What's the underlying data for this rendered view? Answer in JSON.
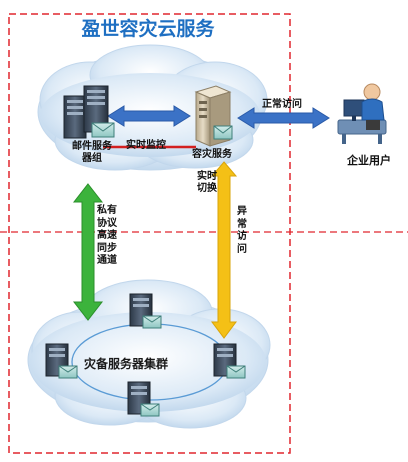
{
  "title": "盈世容灾云服务",
  "nodes": {
    "mail_server": "邮件服务\n器组",
    "dr_service": "容灾服务",
    "enterprise_user": "企业用户",
    "backup_cluster": "灾备服务器集群"
  },
  "links": {
    "realtime_monitor": "实时监控",
    "normal_access": "正常访问",
    "realtime_switch": "实时\n切换",
    "abnormal_access": "异常访问",
    "private_channel": "私有协议高速同步通道"
  },
  "colors": {
    "frame": "#e0262e",
    "title": "#1e6fc2",
    "cloud": "#cfe2f3",
    "blue_arrow": "#3b72c6",
    "yellow_arrow": "#f4c016",
    "green_arrow": "#3cb33c",
    "red_link": "#d32020"
  },
  "icons": [
    "server-tower-icon",
    "envelope-icon",
    "user-at-computer-icon"
  ]
}
